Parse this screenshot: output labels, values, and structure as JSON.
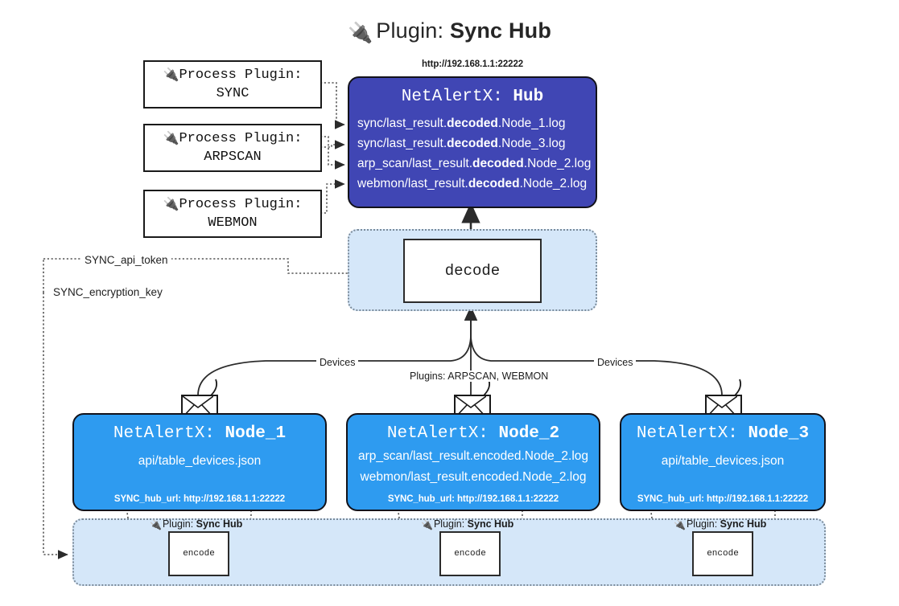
{
  "title": {
    "prefix": "Plugin: ",
    "name": "Sync Hub",
    "icon": "plug-icon"
  },
  "process_plugins": [
    {
      "line1": "Process Plugin:",
      "line2": "SYNC"
    },
    {
      "line1": "Process Plugin:",
      "line2": "ARPSCAN"
    },
    {
      "line1": "Process Plugin:",
      "line2": "WEBMON"
    }
  ],
  "hub": {
    "url": "http://192.168.1.1:22222",
    "title_prefix": "NetAlertX: ",
    "title_name": "Hub",
    "color": "#4046b4",
    "logs": [
      {
        "pre": "sync/last_result.",
        "mid": "decoded",
        "post": ".Node_1.log"
      },
      {
        "pre": "sync/last_result.",
        "mid": "decoded",
        "post": ".Node_3.log"
      },
      {
        "pre": "arp_scan/last_result.",
        "mid": "decoded",
        "post": ".Node_2.log"
      },
      {
        "pre": "webmon/last_result.",
        "mid": "decoded",
        "post": ".Node_2.log"
      }
    ]
  },
  "decode": {
    "label": "decode",
    "container_color": "#d5e7f9"
  },
  "keys": {
    "api_token": "SYNC_api_token",
    "encryption_key": "SYNC_encryption_key"
  },
  "edge_labels": {
    "devices_left": "Devices",
    "plugins_mid": "Plugins: ARPSCAN, WEBMON",
    "devices_right": "Devices"
  },
  "nodes": [
    {
      "title_prefix": "NetAlertX: ",
      "title_name": "Node_1",
      "color": "#2e9bf0",
      "lines": [
        "api/table_devices.json"
      ],
      "hub_url": "SYNC_hub_url: http://192.168.1.1:22222"
    },
    {
      "title_prefix": "NetAlertX: ",
      "title_name": "Node_2",
      "color": "#2e9bf0",
      "lines": [
        "arp_scan/last_result.encoded.Node_2.log",
        "webmon/last_result.encoded.Node_2.log"
      ],
      "hub_url": "SYNC_hub_url: http://192.168.1.1:22222"
    },
    {
      "title_prefix": "NetAlertX: ",
      "title_name": "Node_3",
      "color": "#2e9bf0",
      "lines": [
        "api/table_devices.json"
      ],
      "hub_url": "SYNC_hub_url: http://192.168.1.1:22222"
    }
  ],
  "encoders": [
    {
      "label": "encode",
      "plugin_prefix": "Plugin: ",
      "plugin_name": "Sync Hub"
    },
    {
      "label": "encode",
      "plugin_prefix": "Plugin: ",
      "plugin_name": "Sync Hub"
    },
    {
      "label": "encode",
      "plugin_prefix": "Plugin: ",
      "plugin_name": "Sync Hub"
    }
  ]
}
